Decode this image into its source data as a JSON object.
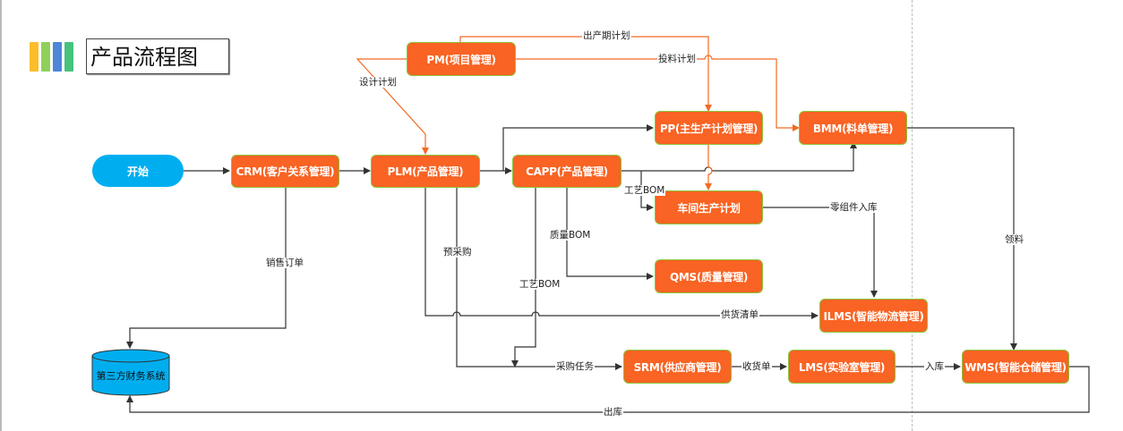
{
  "title": "产品流程图",
  "logo": {
    "bar_colors": [
      "#fbbd2a",
      "#8fd05a",
      "#4e86d8",
      "#45c27c"
    ]
  },
  "colors": {
    "process_fill": "#f96323",
    "process_border": "#8cc43c",
    "start_fill": "#00aef0",
    "database_fill": "#00aef0",
    "orange_edge": "#f26a21",
    "dark_edge": "#333333"
  },
  "nodes": {
    "start": "开始",
    "crm": "CRM(客户关系管理)",
    "plm": "PLM(产品管理)",
    "capp": "CAPP(产品管理)",
    "pm": "PM(项目管理)",
    "pp": "PP(主生产计划管理)",
    "bmm": "BMM(料单管理)",
    "workshop": "车间生产计划",
    "qms": "QMS(质量管理)",
    "ilms": "ILMS(智能物流管理)",
    "srm": "SRM(供应商管理)",
    "lms": "LMS(实验室管理)",
    "wms": "WMS(智能仓储管理)",
    "finance_db": "第三方财务系统"
  },
  "edge_labels": {
    "delivery_plan": "出产期计划",
    "feeding_plan": "投料计划",
    "design_plan": "设计计划",
    "process_bom_1": "工艺BOM",
    "parts_inbound": "零组件入库",
    "material_pick": "领料",
    "quality_bom": "质量BOM",
    "pre_purchase": "预采购",
    "process_bom_2": "工艺BOM",
    "supply_list": "供货清单",
    "sales_order": "销售订单",
    "purchase_task": "采购任务",
    "receipt": "收货单",
    "inbound": "入库",
    "outbound": "出库"
  }
}
